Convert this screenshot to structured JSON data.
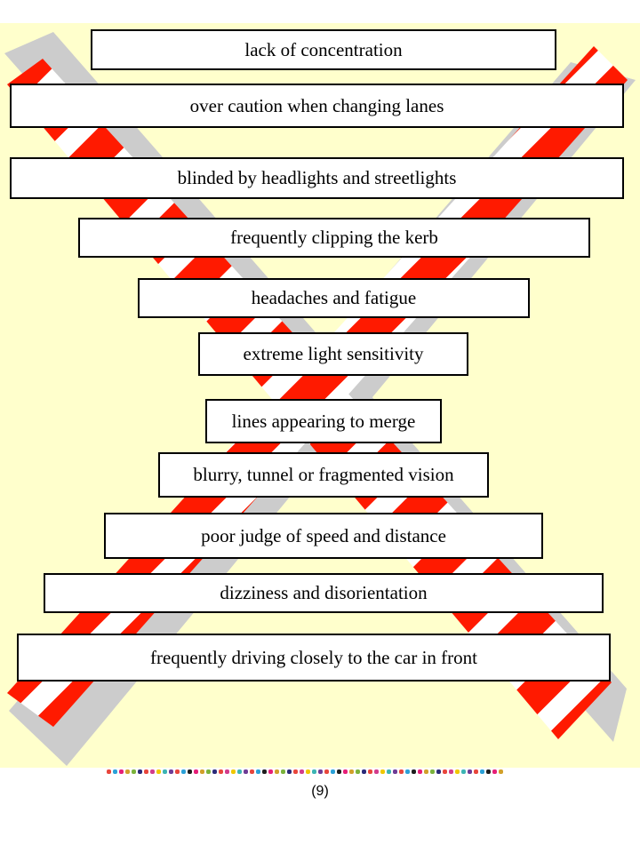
{
  "colors": {
    "background": "#ffffcc",
    "red_stripe": "#ff1a00",
    "white_stripe": "#ffffff",
    "shadow": "#cccccc",
    "box_border": "#000000"
  },
  "symptoms": [
    "lack of concentration",
    "over caution when changing lanes",
    "blinded by headlights and streetlights",
    "frequently clipping the kerb",
    "headaches and fatigue",
    "extreme light sensitivity",
    "lines appearing to merge",
    "blurry, tunnel or fragmented vision",
    "poor judge of speed and distance",
    "dizziness and disorientation",
    "frequently driving closely to the car in front"
  ],
  "footer": {
    "page_number": "(9)",
    "dot_colors": [
      "#e8463c",
      "#2ba1d8",
      "#e61e78",
      "#d2a02a",
      "#7bb33c",
      "#2b2b7a",
      "#e8463c",
      "#d23c8c",
      "#f0c800",
      "#3cb4b4",
      "#6e3c96",
      "#e8463c",
      "#2ba1d8",
      "#1e1e1e",
      "#e61e78",
      "#d2a02a",
      "#7bb33c",
      "#2b2b7a",
      "#e8463c",
      "#d23c8c",
      "#f0c800",
      "#3cb4b4",
      "#6e3c96",
      "#e8463c",
      "#2ba1d8",
      "#1e1e1e",
      "#e61e78",
      "#d2a02a",
      "#7bb33c",
      "#2b2b7a",
      "#e8463c",
      "#d23c8c",
      "#f0c800",
      "#3cb4b4",
      "#6e3c96",
      "#e8463c",
      "#2ba1d8",
      "#1e1e1e",
      "#e61e78",
      "#d2a02a",
      "#7bb33c",
      "#2b2b7a",
      "#e8463c",
      "#d23c8c",
      "#f0c800",
      "#3cb4b4",
      "#6e3c96",
      "#e8463c",
      "#2ba1d8",
      "#1e1e1e",
      "#e61e78",
      "#d2a02a",
      "#7bb33c",
      "#2b2b7a",
      "#e8463c",
      "#d23c8c",
      "#f0c800",
      "#3cb4b4",
      "#6e3c96",
      "#e8463c",
      "#2ba1d8",
      "#1e1e1e",
      "#e61e78",
      "#d2a02a"
    ]
  }
}
